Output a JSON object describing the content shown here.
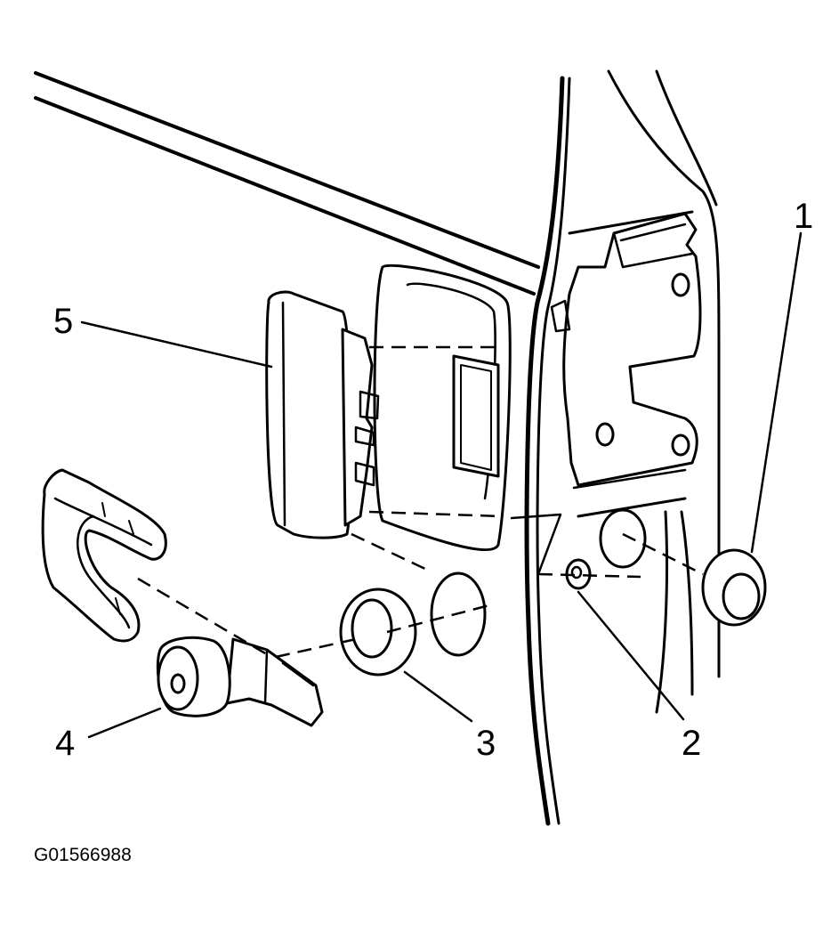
{
  "diagram": {
    "callouts": [
      {
        "id": "1",
        "label": "1"
      },
      {
        "id": "2",
        "label": "2"
      },
      {
        "id": "3",
        "label": "3"
      },
      {
        "id": "4",
        "label": "4"
      },
      {
        "id": "5",
        "label": "5"
      }
    ],
    "figure_id": "G01566988"
  }
}
